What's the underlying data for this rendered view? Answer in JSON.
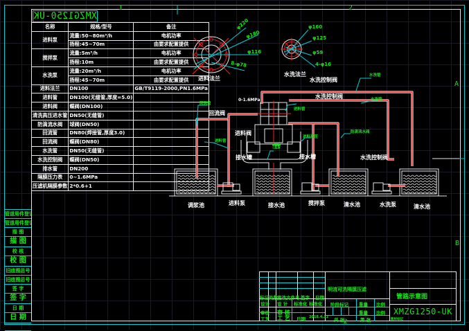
{
  "drawing": {
    "mirrored_code": "XMZG1250-UK",
    "zones": {
      "top_1": "1",
      "top_2": "2",
      "right_a": "A",
      "right_b": "B"
    }
  },
  "spec_table": {
    "headers": [
      "名称",
      "规格/型号",
      "备注"
    ],
    "rows": [
      {
        "name": "进料泵",
        "spec": [
          "流量:50~80m³/h",
          "扬程:45~70m"
        ],
        "remark": [
          "电机功率",
          "由要求配置提供"
        ]
      },
      {
        "name": "搅拌泵",
        "spec": [
          "流量:5m³/h",
          "扬程:10m"
        ],
        "remark": [
          "电机功率",
          "由要求配置提供"
        ]
      },
      {
        "name": "水洗泵",
        "spec": [
          "流量:20m³/h",
          "扬程:45~70m"
        ],
        "remark": [
          "电机功率",
          "由要求配置提供"
        ]
      },
      {
        "name": "进料法兰",
        "spec": [
          "DN100"
        ],
        "remark": [
          "GB/T9119-2000,PN1.6MPa"
        ]
      },
      {
        "name": "进料管",
        "spec": [
          "DN100(无缝管,厚度=5.0)"
        ],
        "remark": [
          ""
        ]
      },
      {
        "name": "进料阀",
        "spec": [
          "蝶阀(DN100)"
        ],
        "remark": [
          ""
        ]
      },
      {
        "name": "清洗高压进水管",
        "spec": [
          "DN50(无缝管)"
        ],
        "remark": [
          ""
        ]
      },
      {
        "name": "防滴流水阀",
        "spec": [
          "球阀(DN50)"
        ],
        "remark": [
          ""
        ]
      },
      {
        "name": "回流管",
        "spec": [
          "DN80(焊接管,厚度3.0)"
        ],
        "remark": [
          ""
        ]
      },
      {
        "name": "回流阀",
        "spec": [
          "蝶阀(DN80)"
        ],
        "remark": [
          ""
        ]
      },
      {
        "name": "水洗管",
        "spec": [
          "DN50(无缝管)"
        ],
        "remark": [
          ""
        ]
      },
      {
        "name": "水洗控制阀",
        "spec": [
          "蝶阀(DN50)"
        ],
        "remark": [
          ""
        ]
      },
      {
        "name": "排水管",
        "spec": [
          "DN200"
        ],
        "remark": [
          ""
        ]
      },
      {
        "name": "隔膜压力表",
        "spec": [
          "0~1.6MPa"
        ],
        "remark": [
          ""
        ]
      },
      {
        "name": "压滤机隔膜参数",
        "spec": [
          "2*0.6+1"
        ],
        "remark": [
          ""
        ]
      }
    ]
  },
  "left_strip": [
    "管道用件登记",
    "管道用件登记",
    "描 图",
    "描 图",
    "校 核",
    "校 图",
    "旧底图总号",
    "旧底图总号",
    "签 字",
    "签 字",
    "日 期",
    "日 期"
  ],
  "flanges": {
    "feed": {
      "label": "进料法兰",
      "dims": [
        "φ220",
        "φ180",
        "φ116",
        "8-φ78"
      ]
    },
    "wash": {
      "label": "水洗法兰",
      "dims": [
        "φ160",
        "φ125",
        "φ59",
        "4-φ16"
      ]
    }
  },
  "diagram_labels": {
    "return_valve": "回流阀",
    "feed_valve": "进料阀",
    "drain_tank_left": "接水槽",
    "drain_tank_right": "接水槽",
    "wash_control_valve_1": "水洗控制阀",
    "wash_control_valve_2": "水洗控制阀",
    "wash_control_valve_3": "水洗控制阀",
    "pressure_gauge": "0-1.6MPa",
    "tank_1": "调浆池",
    "pump_1": "进料泵",
    "tank_2": "接水池",
    "pump_2": "搅拌泵",
    "tank_3": "清水池",
    "pump_3": "水洗泵",
    "tank_4": "清水池",
    "green_tags": [
      "回流管",
      "进料管",
      "排水管",
      "进料管",
      "防滴流水阀",
      "水洗管",
      "水洗管",
      "进料高压"
    ]
  },
  "title_block": {
    "project": "明流可洗隔膜压滤",
    "drawing_name": "管路示意图",
    "drawing_code": "XMZG1250-UK",
    "row_labels": [
      "标记",
      "处数",
      "更改文件号",
      "签字",
      "日期"
    ],
    "role_labels": [
      "设计",
      "设 计",
      "标准化",
      "标准化"
    ],
    "review": [
      "审核",
      "审 核"
    ],
    "process": [
      "工艺",
      "工 艺",
      "日期",
      "2018.4.13"
    ],
    "stage_label": "阶段标记",
    "weight_label": "重量",
    "scale_label": "比例",
    "weight_value": "重量",
    "scale_value": "比例",
    "sheets_total": "共 张",
    "sheet_no": "第 张",
    "page_num": "2",
    "small_green": "图样标记"
  },
  "colors": {
    "background": "#000000",
    "frame_cyan": "#00d0d8",
    "line_white": "#e8e8e8",
    "text_green": "#19e619",
    "pipe_red": "#ff2020"
  }
}
